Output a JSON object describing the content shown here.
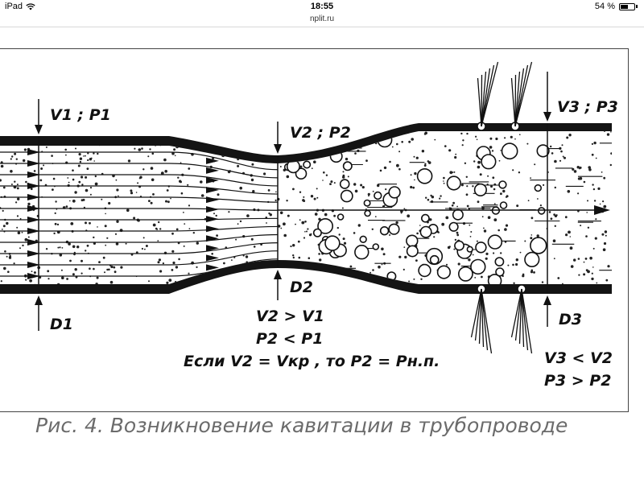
{
  "status_bar": {
    "device": "iPad",
    "time": "18:55",
    "battery": "54 %",
    "battery_level": 0.54
  },
  "browser": {
    "url": "nplit.ru"
  },
  "figure": {
    "labels": {
      "v1p1": "V1 ; P1",
      "v2p2": "V2 ; P2",
      "v3p3": "V3 ; P3",
      "d1": "D1",
      "d2": "D2",
      "d3": "D3",
      "cond_v": "V2 > V1",
      "cond_p": "P2 < P1",
      "cond_if": "Если V2 = Vкр , то P2 = Pн.п.",
      "cond_v3": "V3 < V2",
      "cond_p3": "P3 > P2"
    },
    "caption": "Рис. 4. Возникновение кавитации в трубопроводе"
  }
}
